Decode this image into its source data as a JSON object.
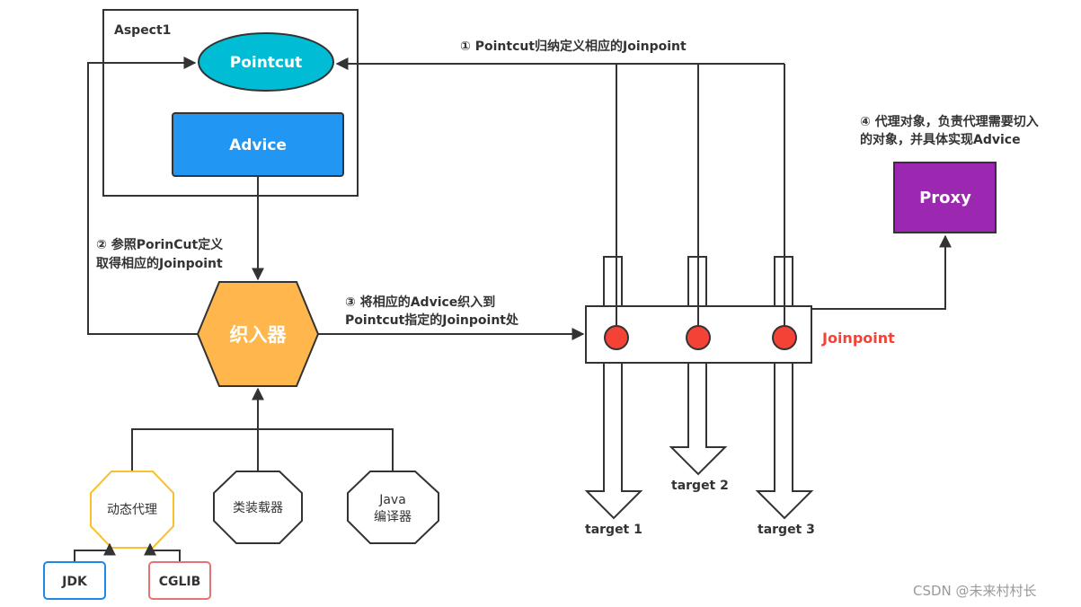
{
  "aspect": {
    "title": "Aspect1",
    "pointcut_label": "Pointcut",
    "advice_label": "Advice"
  },
  "weaver": {
    "label": "织入器"
  },
  "proxy": {
    "label": "Proxy",
    "note_line1": "④ 代理对象，负责代理需要切入",
    "note_line2": "的对象，并具体实现Advice"
  },
  "joinpoint": {
    "label": "Joinpoint"
  },
  "steps": {
    "step1": "① Pointcut归纳定义相应的Joinpoint",
    "step2_line1": "② 参照PorinCut定义",
    "step2_line2": "取得相应的Joinpoint",
    "step3_line1": "③ 将相应的Advice织入到",
    "step3_line2": "Pointcut指定的Joinpoint处"
  },
  "targets": [
    "target 1",
    "target 2",
    "target 3"
  ],
  "implementations": {
    "dynamic_proxy": "动态代理",
    "class_loader": "类装载器",
    "java_compiler_line1": "Java",
    "java_compiler_line2": "编译器",
    "jdk": "JDK",
    "cglib": "CGLIB"
  },
  "colors": {
    "pointcut": "#00BCD4",
    "advice": "#2196F3",
    "weaver": "#FFB74D",
    "proxy": "#9C27B0",
    "joinpoint_dot": "#F44336",
    "joinpoint_label": "#F44336",
    "dynamic_proxy_border": "#FBC02D",
    "jdk_border": "#1E88E5",
    "cglib_border": "#E57373",
    "stroke": "#333333"
  },
  "watermark": "CSDN @未来村村长"
}
